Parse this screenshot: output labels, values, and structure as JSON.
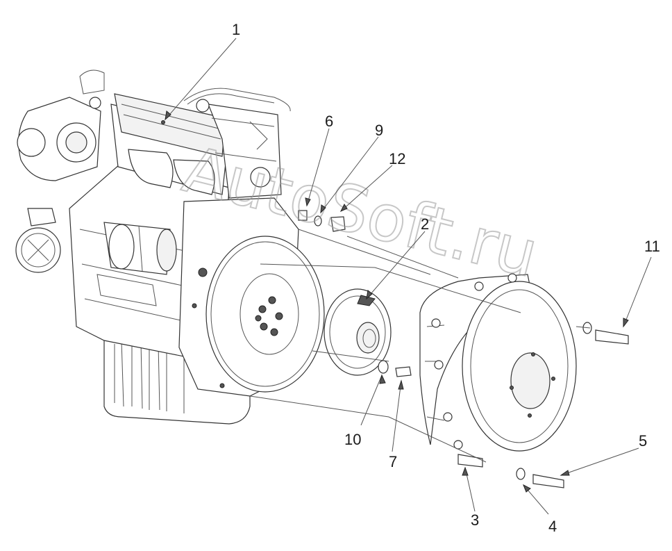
{
  "callouts": [
    {
      "id": "c1",
      "label": "1"
    },
    {
      "id": "c2",
      "label": "2"
    },
    {
      "id": "c3",
      "label": "3"
    },
    {
      "id": "c4",
      "label": "4"
    },
    {
      "id": "c5",
      "label": "5"
    },
    {
      "id": "c6",
      "label": "6"
    },
    {
      "id": "c7",
      "label": "7"
    },
    {
      "id": "c9",
      "label": "9"
    },
    {
      "id": "c10",
      "label": "10"
    },
    {
      "id": "c11",
      "label": "11"
    },
    {
      "id": "c12",
      "label": "12"
    }
  ],
  "watermark": "AutoSoft.ru",
  "colors": {
    "line": "#333333",
    "background": "#ffffff",
    "watermark": "#9a9a9a"
  }
}
